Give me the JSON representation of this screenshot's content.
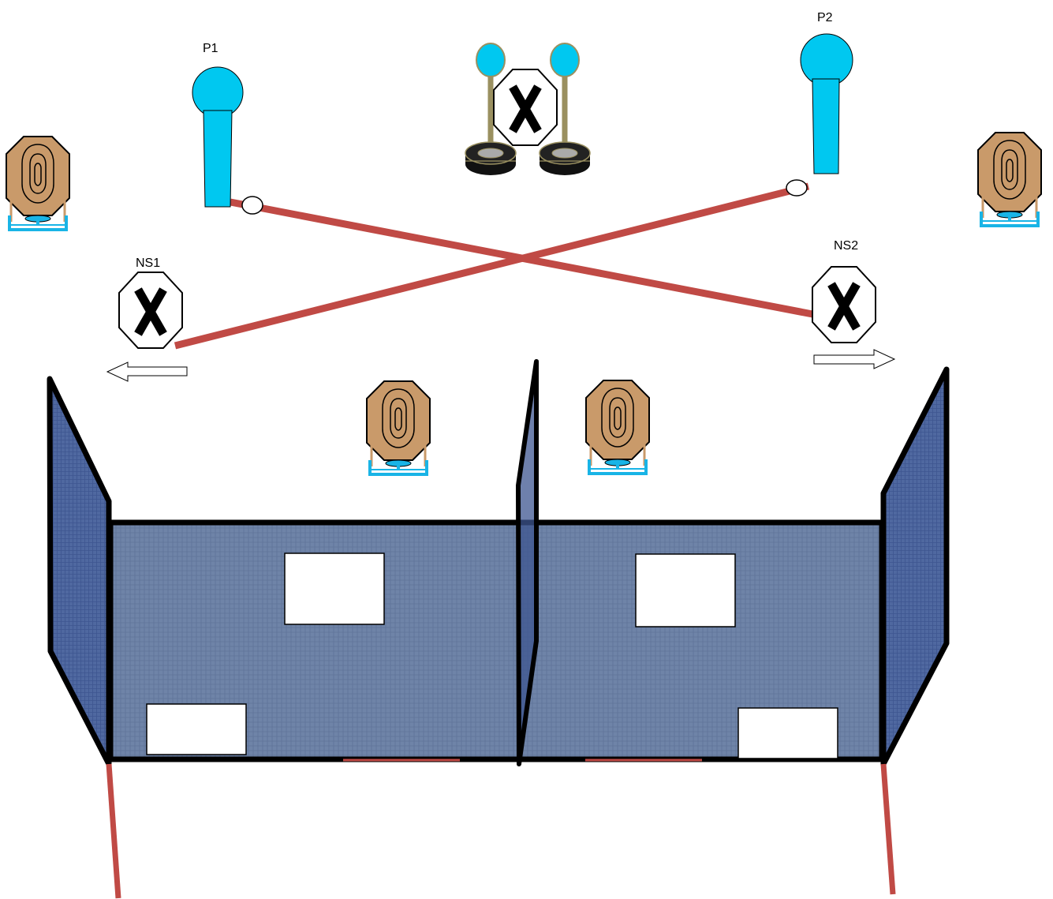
{
  "labels": {
    "popper1": "P1",
    "popper2": "P2",
    "noshoot1": "NS1",
    "noshoot2": "NS2"
  },
  "colors": {
    "popper": "#00c8f0",
    "activation_cable": "#c04a45",
    "target_tan": "#c99a6a",
    "wall_blue": "#6f84a8",
    "wall_outline": "#000000",
    "target_stand": "#19b4e6"
  },
  "icons": {
    "popper": "popper-icon",
    "steel_plate_rack": "plate-rack-icon",
    "no_shoot": "no-shoot-icon",
    "paper_target": "paper-target-icon",
    "arrow": "direction-arrow-icon"
  }
}
